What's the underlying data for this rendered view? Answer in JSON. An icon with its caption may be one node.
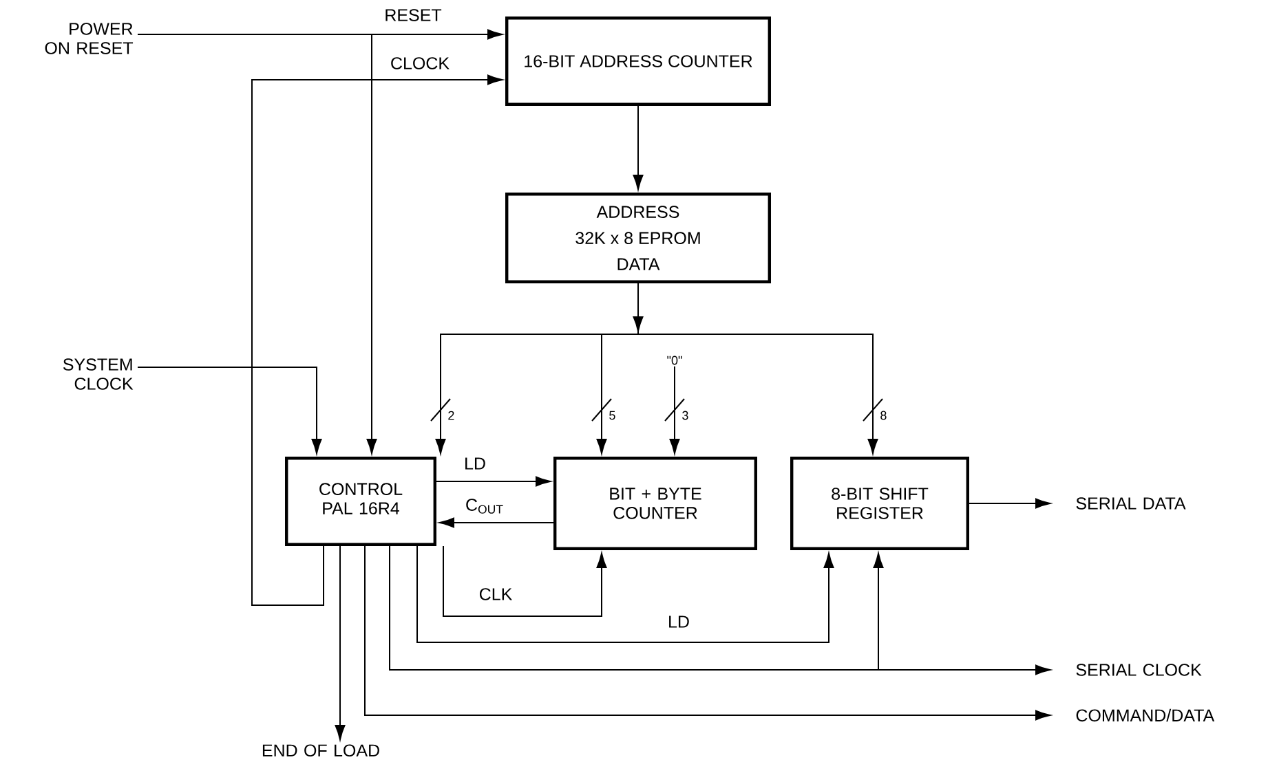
{
  "diagram": {
    "nodes": [
      {
        "text": [
          "POWER ON RESET"
        ]
      },
      {
        "text": [
          "SYSTEM CLOCK"
        ]
      },
      {
        "text": [
          "16-BIT ADDRESS COUNTER"
        ]
      },
      {
        "text": [
          "ADDRESS",
          "32K x 8 EPROM",
          "DATA"
        ]
      },
      {
        "text": [
          "CONTROL PAL 16R4"
        ]
      },
      {
        "text": [
          "BIT + BYTE COUNTER"
        ]
      },
      {
        "text": [
          "8-BIT SHIFT REGISTER"
        ]
      },
      {
        "text": [
          "SERIAL DATA"
        ]
      },
      {
        "text": [
          "SERIAL CLOCK"
        ]
      },
      {
        "text": [
          "COMMAND/DATA"
        ]
      },
      {
        "text": [
          "END OF LOAD"
        ]
      },
      {
        "text": [
          "\"0\""
        ]
      }
    ],
    "edges": [
      {
        "from": 0,
        "to": 2,
        "arrow": "to",
        "label": "RESET"
      },
      {
        "from": 0,
        "to": 4,
        "arrow": "to"
      },
      {
        "from": 4,
        "to": 2,
        "arrow": "to",
        "label": "CLOCK"
      },
      {
        "from": 2,
        "to": 3,
        "arrow": "to"
      },
      {
        "from": 3,
        "to": 4,
        "arrow": "to",
        "label": "2"
      },
      {
        "from": 3,
        "to": 5,
        "arrow": "to",
        "label": "5"
      },
      {
        "from": 3,
        "to": 6,
        "arrow": "to",
        "label": "8"
      },
      {
        "from": 11,
        "to": 5,
        "arrow": "to",
        "label": "3"
      },
      {
        "from": 1,
        "to": 4,
        "arrow": "to"
      },
      {
        "from": 4,
        "to": 5,
        "arrow": "to",
        "label": "LD"
      },
      {
        "from": 5,
        "to": 4,
        "arrow": "to",
        "label": "C$_{OUT}$"
      },
      {
        "from": 4,
        "to": 5,
        "arrow": "to",
        "label": "CLK"
      },
      {
        "from": 4,
        "to": 6,
        "arrow": "to",
        "label": "LD"
      },
      {
        "from": 4,
        "to": 8,
        "arrow": "to"
      },
      {
        "from": 4,
        "to": 6,
        "arrow": "to"
      },
      {
        "from": 4,
        "to": 9,
        "arrow": "to"
      },
      {
        "from": 4,
        "to": 10,
        "arrow": "to"
      },
      {
        "from": 6,
        "to": 7,
        "arrow": "to"
      }
    ]
  }
}
